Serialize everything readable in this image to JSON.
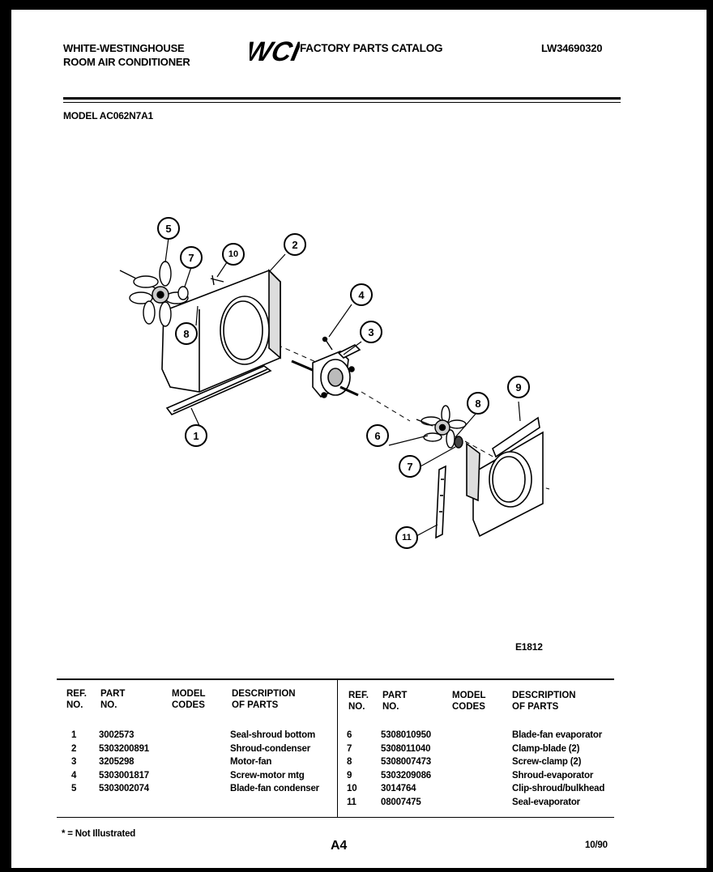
{
  "header": {
    "brand_line1": "WHITE-WESTINGHOUSE",
    "brand_line2": "ROOM AIR CONDITIONER",
    "catalog_title": "FACTORY PARTS CATALOG",
    "catalog_number": "LW34690320",
    "model": "MODEL AC062N7A1"
  },
  "diagram": {
    "figure_code": "E1812",
    "callouts": [
      "5",
      "7",
      "10",
      "2",
      "8",
      "4",
      "3",
      "1",
      "6",
      "8",
      "7",
      "9",
      "11"
    ]
  },
  "table": {
    "headers": {
      "ref": "REF.",
      "ref2": "NO.",
      "part": "PART",
      "part2": "NO.",
      "model": "MODEL",
      "model2": "CODES",
      "desc": "DESCRIPTION",
      "desc2": "OF PARTS"
    },
    "left_rows": [
      {
        "ref": "1",
        "part": "3002573",
        "desc": "Seal-shroud bottom"
      },
      {
        "ref": "2",
        "part": "5303200891",
        "desc": "Shroud-condenser"
      },
      {
        "ref": "3",
        "part": "3205298",
        "desc": "Motor-fan"
      },
      {
        "ref": "4",
        "part": "5303001817",
        "desc": "Screw-motor mtg"
      },
      {
        "ref": "5",
        "part": "5303002074",
        "desc": "Blade-fan condenser"
      }
    ],
    "right_rows": [
      {
        "ref": "6",
        "part": "5308010950",
        "desc": "Blade-fan evaporator"
      },
      {
        "ref": "7",
        "part": "5308011040",
        "desc": "Clamp-blade (2)"
      },
      {
        "ref": "8",
        "part": "5308007473",
        "desc": "Screw-clamp (2)"
      },
      {
        "ref": "9",
        "part": "5303209086",
        "desc": "Shroud-evaporator"
      },
      {
        "ref": "10",
        "part": "3014764",
        "desc": "Clip-shroud/bulkhead"
      },
      {
        "ref": "11",
        "part": "08007475",
        "desc": "Seal-evaporator"
      }
    ]
  },
  "footer": {
    "note": "* = Not Illustrated",
    "page": "A4",
    "date": "10/90"
  }
}
